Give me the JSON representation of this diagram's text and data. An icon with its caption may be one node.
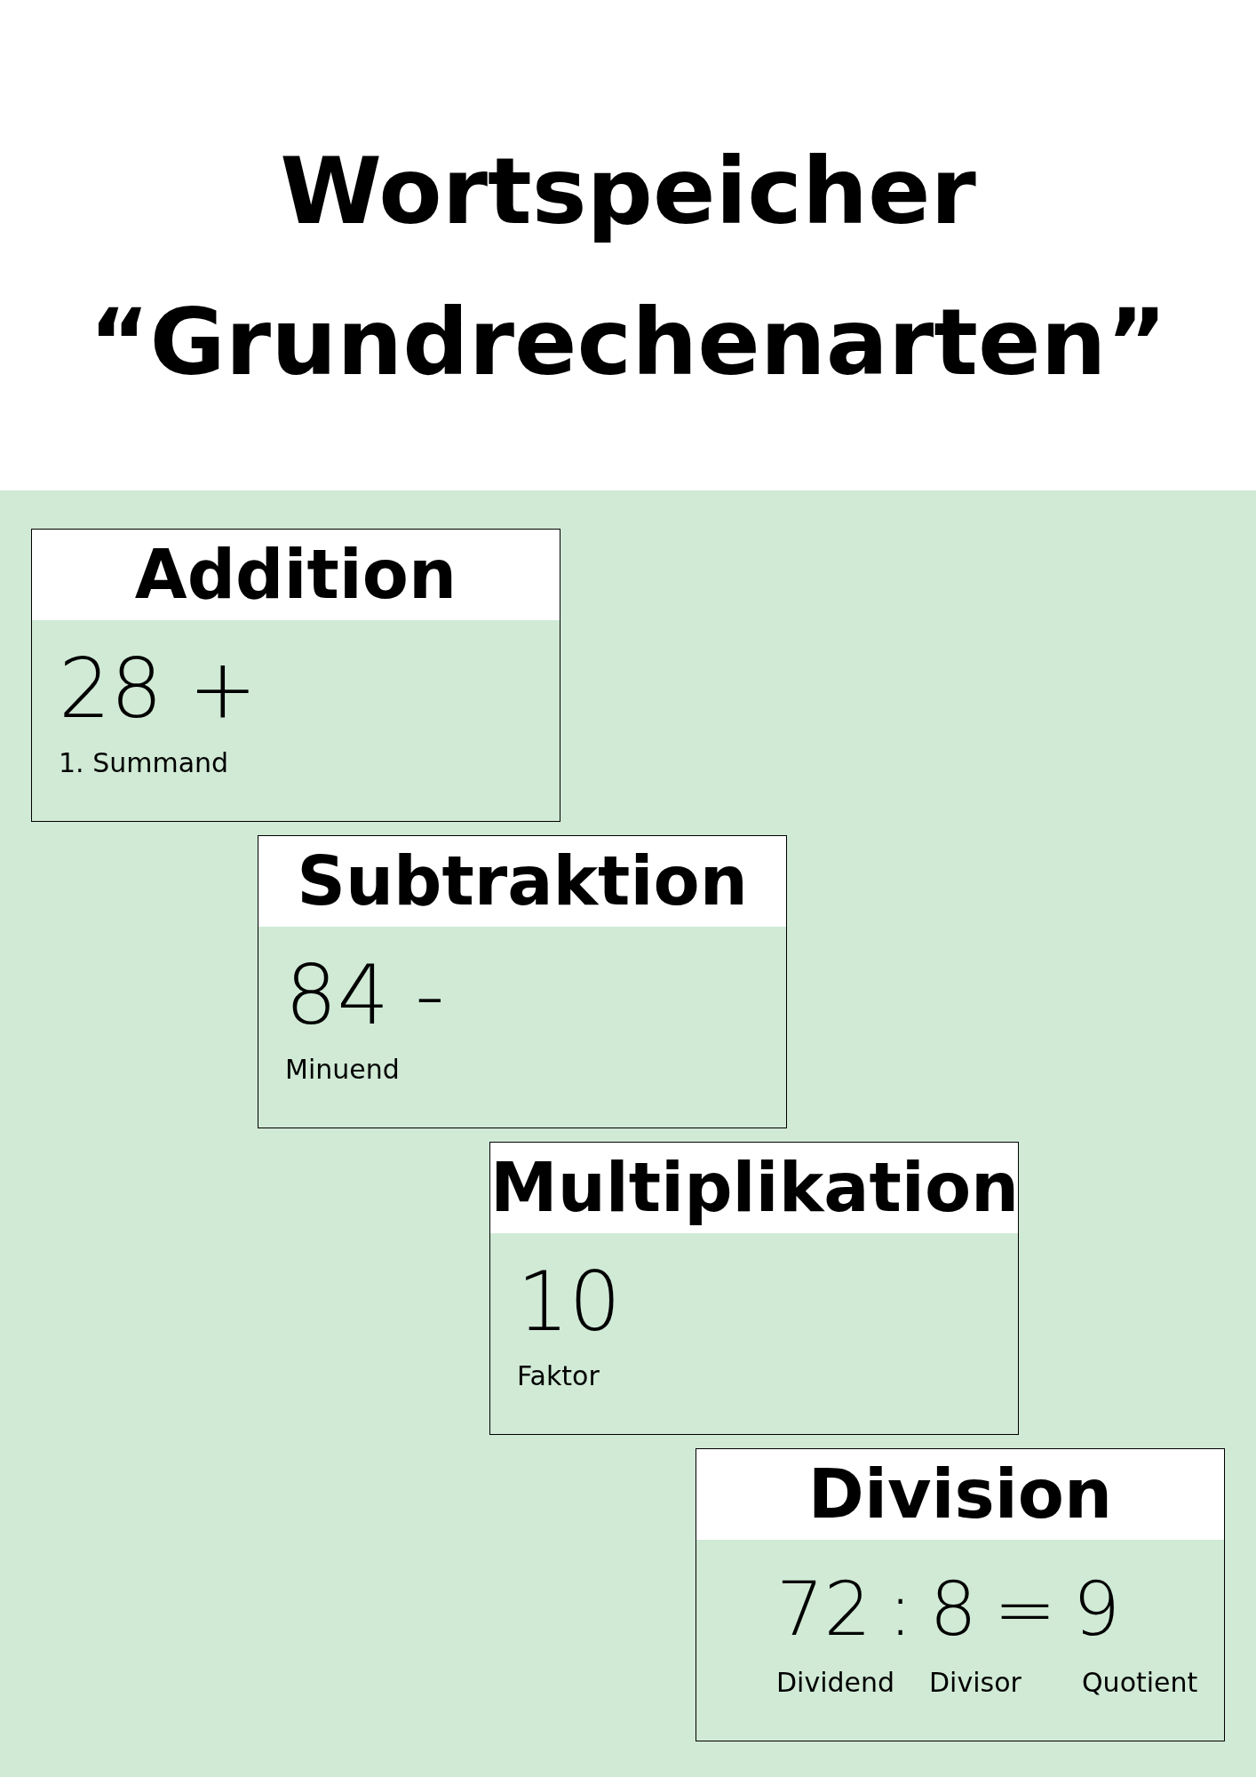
{
  "diagram": {
    "title": "Wortspeicher “Grundrechenarten”",
    "nodes": [
      {
        "text": [
          "Addition",
          "28 +",
          "1. Summand"
        ]
      },
      {
        "text": [
          "Subtraktion",
          "84 -",
          "Minuend"
        ]
      },
      {
        "text": [
          "Multiplikation",
          "10",
          "Faktor"
        ]
      },
      {
        "text": [
          "Division",
          "72 : 8 = 9",
          "Dividend",
          "Divisor",
          "Quotient"
        ]
      }
    ]
  }
}
